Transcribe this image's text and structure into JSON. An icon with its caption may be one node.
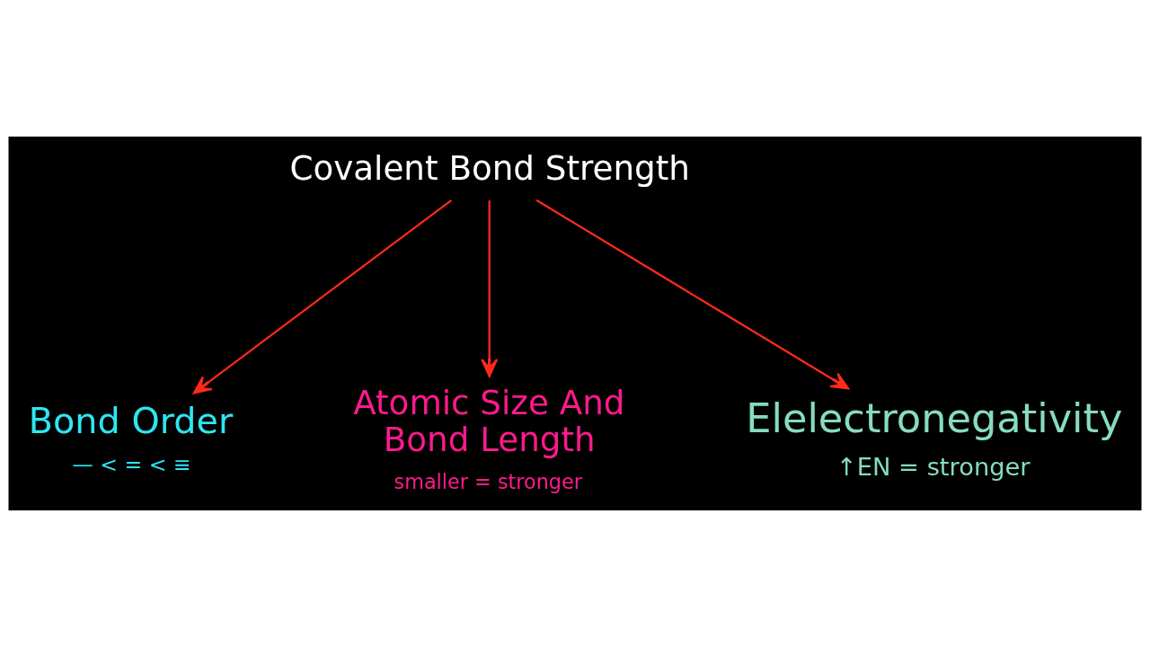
{
  "diagram": {
    "nodes": [
      {
        "text": [
          "Covalent Bond Strength"
        ]
      },
      {
        "text": [
          "Bond Order"
        ],
        "beside": [
          "— < = < ≡"
        ]
      },
      {
        "text": [
          "Atomic Size And Bond Length"
        ],
        "beside": [
          "smaller = stronger"
        ]
      },
      {
        "text": [
          "Elelectronegativity"
        ],
        "beside": [
          "↑EN = stronger"
        ]
      }
    ],
    "edges": [
      {
        "from": 0,
        "to": 1,
        "arrow": "to"
      },
      {
        "from": 0,
        "to": 2,
        "arrow": "to"
      },
      {
        "from": 0,
        "to": 3,
        "arrow": "to"
      }
    ]
  }
}
